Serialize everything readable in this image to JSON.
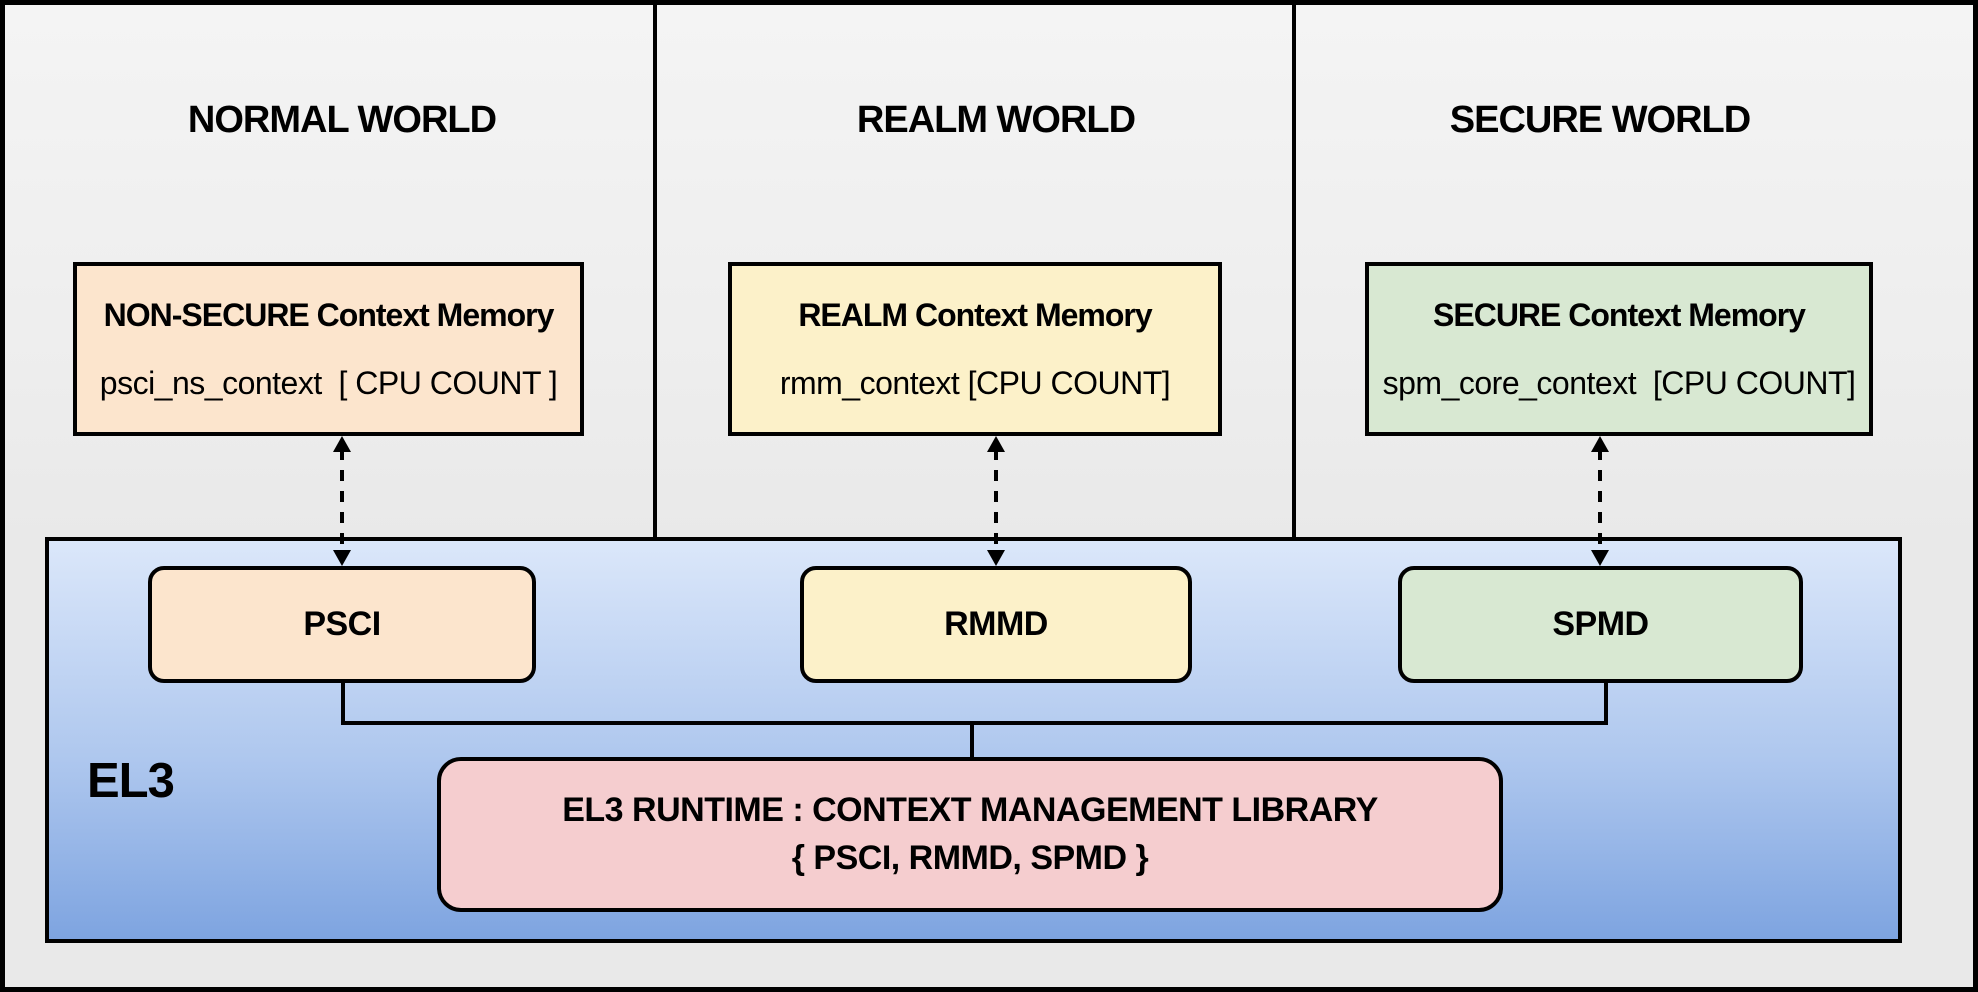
{
  "worlds": [
    {
      "title": "NORMAL WORLD",
      "memory": {
        "title": "NON-SECURE Context Memory",
        "variable": "psci_ns_context  [ CPU COUNT ]"
      },
      "dispatcher": "PSCI",
      "accent": "#fce5cd"
    },
    {
      "title": "REALM WORLD",
      "memory": {
        "title": "REALM Context Memory",
        "variable": "rmm_context [CPU COUNT]"
      },
      "dispatcher": "RMMD",
      "accent": "#fcf1c9"
    },
    {
      "title": "SECURE WORLD",
      "memory": {
        "title": "SECURE Context Memory",
        "variable": "spm_core_context  [CPU COUNT]"
      },
      "dispatcher": "SPMD",
      "accent": "#d8e8d2"
    }
  ],
  "el3": {
    "label": "EL3",
    "runtime": {
      "line1": "EL3 RUNTIME : CONTEXT MANAGEMENT LIBRARY",
      "line2": "{ PSCI, RMMD, SPMD }"
    },
    "fill_top": "#dbe7fa",
    "fill_bottom": "#7ea4e0",
    "runtime_fill": "#f5cdcf"
  },
  "colors": {
    "border": "#000000",
    "panel_background": "#f2f2f2",
    "outer_background": "#e9e9e9"
  }
}
